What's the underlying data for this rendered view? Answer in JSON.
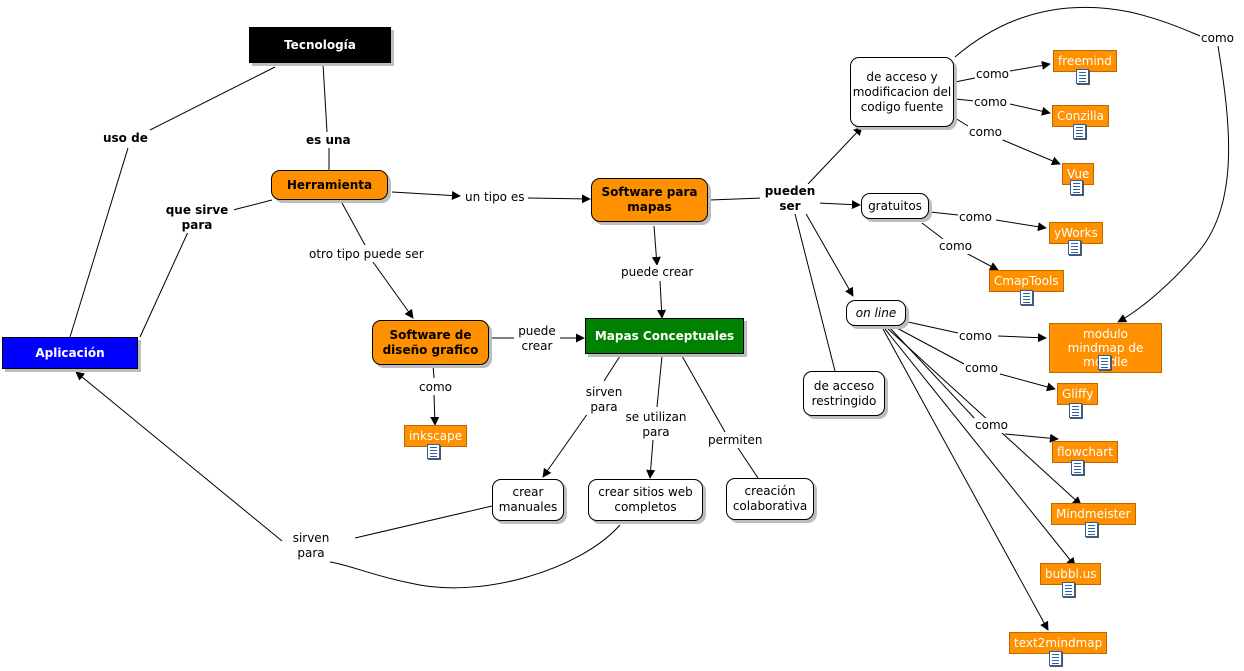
{
  "nodes": {
    "tecnologia": "Tecnología",
    "herramienta": "Herramienta",
    "aplicacion": "Aplicación",
    "software_mapas": "Software para mapas",
    "software_diseno": "Software de diseño grafico",
    "mapas_conceptuales": "Mapas Conceptuales",
    "acceso_mod": "de acceso y modificacion del codigo fuente",
    "gratuitos": "gratuitos",
    "online": "on line",
    "acceso_restringido": "de acceso restringido",
    "crear_manuales": "crear manuales",
    "crear_sitios": "crear sitios web completos",
    "creacion_colab": "creación colaborativa"
  },
  "tools": {
    "freemind": "freemind",
    "conzilla": "Conzilla",
    "vue": "Vue",
    "yworks": "yWorks",
    "cmaptools": "CmapTools",
    "moodle": "modulo mindmap de moodle",
    "gliffy": "Gliffy",
    "flowchart": "flowchart",
    "mindmeister": "Mindmeister",
    "bubbl": "bubbl.us",
    "text2mindmap": "text2mindmap",
    "inkscape": "inkscape"
  },
  "links": {
    "uso_de": "uso de",
    "es_una": "es una",
    "que_sirve": "que sirve para",
    "un_tipo": "un tipo es",
    "otro_tipo": "otro tipo puede ser",
    "puede_crear_1": "puede crear",
    "puede_crear_2": "puede crear",
    "como_inkscape": "como",
    "sirven_para_1": "sirven para",
    "se_utilizan": "se utilizan para",
    "permiten": "permiten",
    "sirven_para_2": "sirven para",
    "pueden_ser": "pueden ser",
    "como_top": "como",
    "como_freemind": "como",
    "como_conzilla": "como",
    "como_vue": "como",
    "como_yworks": "como",
    "como_cmap": "como",
    "como_moodle": "como",
    "como_gliffy": "como",
    "como_flow": "como"
  },
  "colors": {
    "orange": "#ff9000",
    "green": "#008000",
    "blue": "#0000ff",
    "black": "#000000"
  }
}
